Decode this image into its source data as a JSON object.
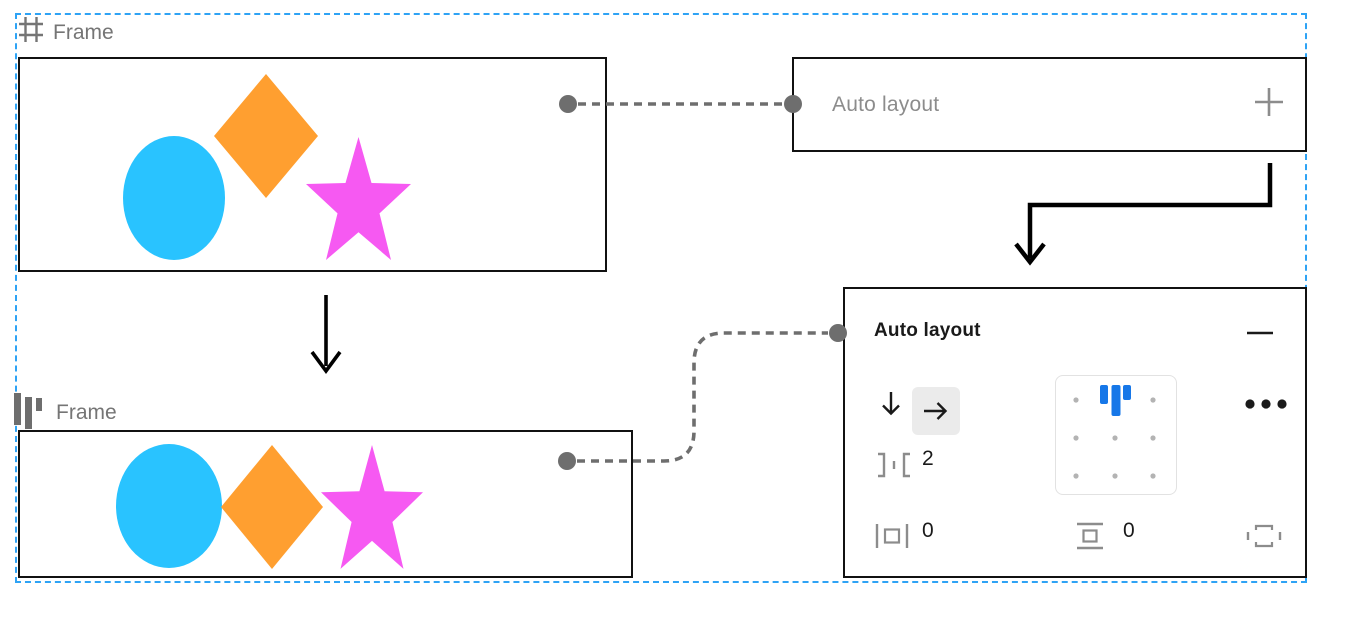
{
  "canvas": {
    "top_frame": {
      "label": "Frame"
    },
    "bottom_frame": {
      "label": "Frame"
    }
  },
  "collapsed_panel": {
    "title": "Auto layout"
  },
  "expanded_panel": {
    "title": "Auto layout",
    "gap_value": "2",
    "padding_horizontal_value": "0",
    "padding_vertical_value": "0"
  },
  "icons": {
    "top_frame_label": "frame-icon",
    "bottom_frame_label": "auto-layout-frame-icon",
    "collapsed_panel_action": "plus-icon",
    "expanded_panel_collapse": "minus-icon",
    "direction_vertical": "arrow-down-icon",
    "direction_horizontal": "arrow-right-icon",
    "gap": "horizontal-gap-icon",
    "padding_horizontal": "horizontal-padding-icon",
    "padding_vertical": "vertical-padding-icon",
    "individual_padding": "individual-padding-icon",
    "more_options": "dots-menu-icon",
    "alignment": "alignment-grid-top-center"
  },
  "colors": {
    "selection_blue": "#2ea3f5",
    "shape_cyan": "#29c3ff",
    "shape_orange": "#ff9f30",
    "shape_magenta": "#f659f2",
    "accent_blue": "#1677e8",
    "connector_gray": "#6e6e6e",
    "panel_border": "#111111",
    "label_gray": "#757575",
    "control_gray": "#8c8c8c",
    "selected_bg": "#ebebeb",
    "grid_border": "#e2e2e2",
    "grid_dot": "#b3b3b3",
    "text_dark": "#1a1a1a"
  }
}
